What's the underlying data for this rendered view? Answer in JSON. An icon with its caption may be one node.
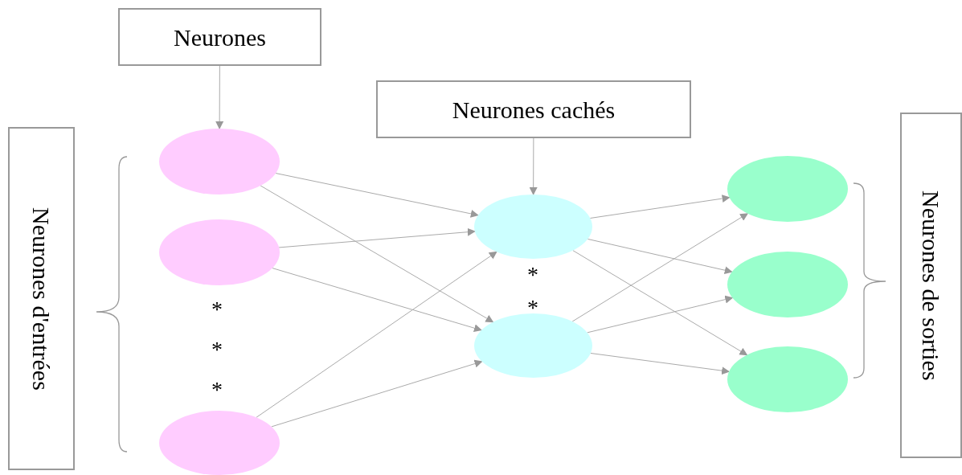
{
  "diagram": {
    "nodes": [
      {
        "text": [
          "Neurones"
        ]
      },
      {
        "text": [
          "Neurones d'entrées"
        ]
      },
      {
        "text": [
          "Neurones cachés"
        ]
      },
      {
        "text": [
          "Neurones de sorties"
        ]
      },
      {
        "text": [],
        "shape": "ellipse"
      },
      {
        "text": [],
        "shape": "ellipse"
      },
      {
        "text": [],
        "shape": "ellipse"
      },
      {
        "text": [],
        "shape": "ellipse"
      },
      {
        "text": [],
        "shape": "ellipse"
      },
      {
        "text": [],
        "shape": "ellipse"
      },
      {
        "text": [],
        "shape": "ellipse"
      },
      {
        "text": [],
        "shape": "ellipse"
      }
    ],
    "edges": [
      {
        "from": 0,
        "to": 4,
        "arrow": "to"
      },
      {
        "from": 2,
        "to": 7,
        "arrow": "to"
      },
      {
        "from": 4,
        "to": 7,
        "arrow": "to"
      },
      {
        "from": 4,
        "to": 8,
        "arrow": "to"
      },
      {
        "from": 5,
        "to": 7,
        "arrow": "to"
      },
      {
        "from": 5,
        "to": 8,
        "arrow": "to"
      },
      {
        "from": 6,
        "to": 7,
        "arrow": "to"
      },
      {
        "from": 6,
        "to": 8,
        "arrow": "to"
      },
      {
        "from": 7,
        "to": 9,
        "arrow": "to"
      },
      {
        "from": 7,
        "to": 10,
        "arrow": "to"
      },
      {
        "from": 7,
        "to": 11,
        "arrow": "to"
      },
      {
        "from": 8,
        "to": 9,
        "arrow": "to"
      },
      {
        "from": 8,
        "to": 10,
        "arrow": "to"
      },
      {
        "from": 8,
        "to": 11,
        "arrow": "to"
      }
    ],
    "labels": [
      "*",
      "*",
      "*",
      "*",
      "*"
    ]
  }
}
